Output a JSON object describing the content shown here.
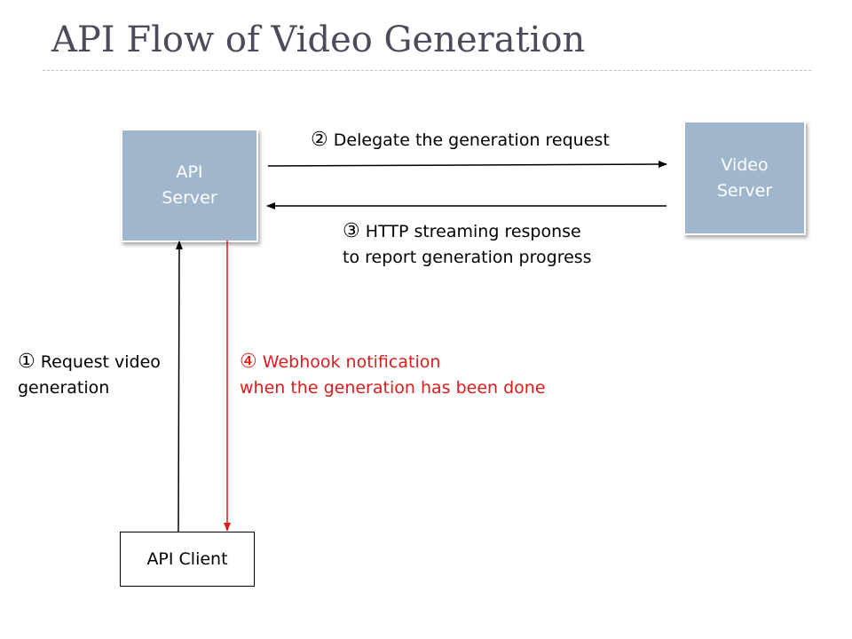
{
  "title": "API Flow of Video Generation",
  "nodes": {
    "api_server": {
      "line1": "API",
      "line2": "Server"
    },
    "video_server": {
      "line1": "Video",
      "line2": "Server"
    },
    "api_client": "API Client"
  },
  "steps": {
    "step1": {
      "num": "①",
      "line1": "Request video",
      "line2": "generation"
    },
    "step2": {
      "num": "②",
      "line1": "Delegate the generation request"
    },
    "step3": {
      "num": "③",
      "line1": "HTTP streaming response",
      "line2": "to report generation progress"
    },
    "step4": {
      "num": "④",
      "line1": "Webhook notification",
      "line2": "when the generation has been done"
    }
  },
  "colors": {
    "server_fill": "#9fb6cd",
    "webhook": "#e01b1b",
    "title": "#4a4c5c"
  }
}
